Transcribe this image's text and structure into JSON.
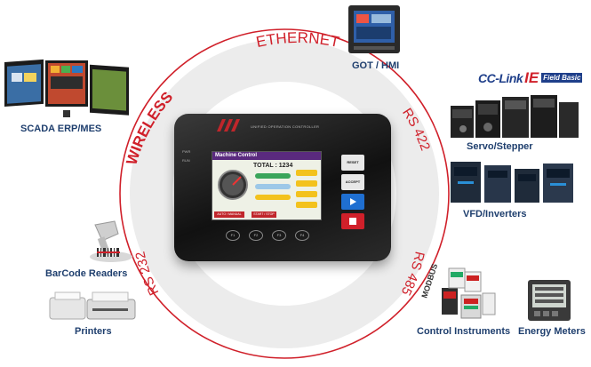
{
  "ring_labels": {
    "ethernet": "ETHERNET",
    "wireless": "WIRELESS",
    "rs422": "RS 422",
    "rs232": "RS 232",
    "rs485": "RS 485",
    "modbus": "MODBUS"
  },
  "devices": {
    "scada": "SCADA ERP/MES",
    "got_hmi": "GOT / HMI",
    "cclink": "CC-Link",
    "cclink_ie": "IE",
    "cclink_field": "Field Basic",
    "servo": "Servo/Stepper",
    "vfd": "VFD/Inverters",
    "barcode": "BarCode Readers",
    "printers": "Printers",
    "control": "Control Instruments",
    "energy": "Energy Meters"
  },
  "hmi": {
    "brand_text": "UNIFIED OPERATION CONTROLLER",
    "led_pwr": "PWR",
    "led_run": "RUN",
    "screen_title": "Machine Control",
    "screen_total": "TOTAL : 1234",
    "side_reset": "RESET",
    "side_accept": "ACCEPT",
    "btn_f1": "F1",
    "btn_f2": "F2",
    "btn_f3": "F3",
    "btn_f4": "F4",
    "foot_left": "AUTO / MANUAL",
    "foot_right": "START / STOP"
  },
  "colors": {
    "ring_red": "#d0202a",
    "ring_grey": "#e9e9e9",
    "label_navy": "#1f3f6e"
  }
}
